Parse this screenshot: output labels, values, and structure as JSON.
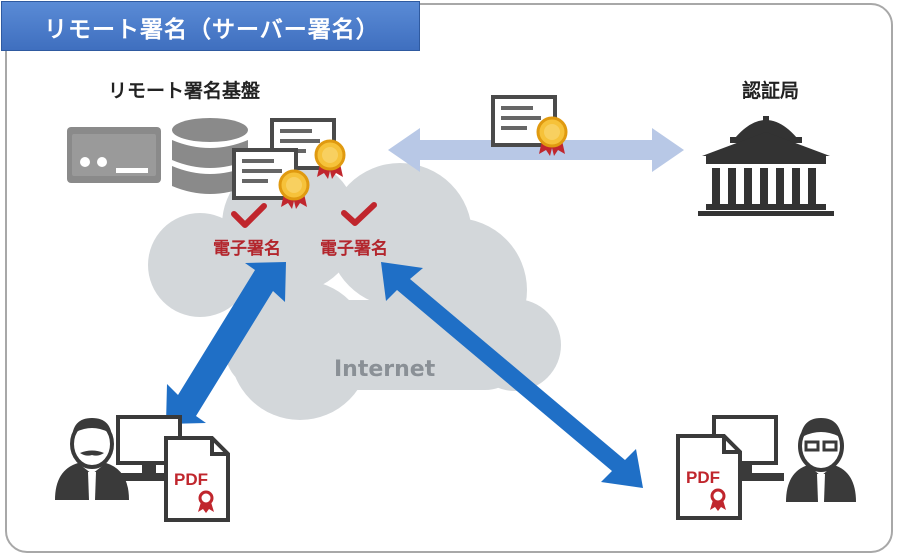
{
  "title": "リモート署名（サーバー署名）",
  "labels": {
    "platform": "リモート署名基盤",
    "certificate_authority": "認証局",
    "signature_1": "電子署名",
    "signature_2": "電子署名",
    "internet": "Internet",
    "pdf_left": "PDF",
    "pdf_right": "PDF"
  },
  "colors": {
    "title_bar": "#4a7cc9",
    "arrow_blue": "#1f6fc6",
    "arrow_light": "#b5c6e6",
    "cloud": "#d3d7da",
    "icon_gray": "#888888",
    "signature_red": "#b3262d",
    "medal_gold": "#f3b41b"
  },
  "icons": [
    "server-icon",
    "database-icon",
    "certificate-icon",
    "building-icon",
    "checkmark-icon",
    "user-icon",
    "computer-icon",
    "pdf-document-icon"
  ]
}
